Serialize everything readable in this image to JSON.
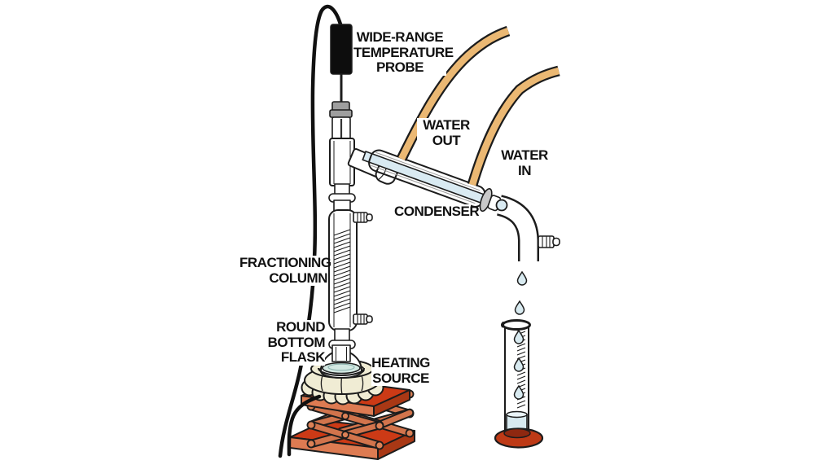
{
  "diagram": {
    "labels": {
      "temperature_probe": "WIDE-RANGE\nTEMPERATURE\nPROBE",
      "water_out": "WATER\nOUT",
      "water_in": "WATER\nIN",
      "condenser": "CONDENSER",
      "fractioning_column": "FRACTIONING\nCOLUMN",
      "round_bottom_flask": "ROUND\nBOTTOM\nFLASK",
      "heating_source": "HEATING\nSOURCE"
    },
    "parts": [
      "wide-range temperature probe",
      "probe cable",
      "thermometer adapter",
      "distillation head",
      "water-out tube",
      "water-in tube",
      "condenser",
      "takeoff elbow",
      "hose barbs",
      "fractioning column",
      "round bottom flask",
      "heating mantle",
      "mantle power cord",
      "scissor lab jack",
      "droplets",
      "graduated cylinder",
      "cylinder base"
    ],
    "colors": {
      "outline": "#1C1C1C",
      "tubing": "#EBB873",
      "condenser_fluid": "#D9EAF2",
      "flask_liquid": "#D3E8E2",
      "cylinder_liquid": "#D8EAF0",
      "drop": "#D8EAF0",
      "mantle": "#F0ECD4",
      "jack_top": "#CC3A16",
      "jack_face": "#DD7B52",
      "jack_side": "#A93815",
      "jack_arm": "#D2744C",
      "jack_pin": "#DC8156",
      "cylinder_base": "#BE3A16",
      "cylinder_base_inner": "#8E2810",
      "probe_black": "#0D0D0D",
      "cap_gray": "#9E9E9E",
      "joint_gray": "#C9C9C9",
      "glass_white": "#FFFFFF"
    }
  }
}
